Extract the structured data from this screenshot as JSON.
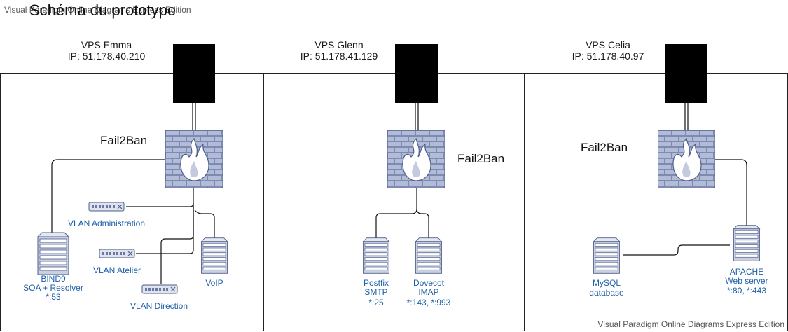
{
  "header": {
    "watermark_top": "Visual Paradigm Online Diagrams Express Edition",
    "title": "Schéma du prototype"
  },
  "footer": {
    "watermark_bottom": "Visual Paradigm Online Diagrams Express Edition"
  },
  "vps": [
    {
      "name": "VPS Emma",
      "ip": "IP: 51.178.40.210",
      "firewall_label": "Fail2Ban",
      "nodes": [
        {
          "lines": [
            "VLAN Administration"
          ]
        },
        {
          "lines": [
            "BIND9",
            "SOA + Resolver",
            "*:53"
          ]
        },
        {
          "lines": [
            "VLAN Atelier"
          ]
        },
        {
          "lines": [
            "VoIP"
          ]
        },
        {
          "lines": [
            "VLAN Direction"
          ]
        }
      ]
    },
    {
      "name": "VPS Glenn",
      "ip": "IP: 51.178.41.129",
      "firewall_label": "Fail2Ban",
      "nodes": [
        {
          "lines": [
            "Postfix",
            "SMTP",
            "*:25"
          ]
        },
        {
          "lines": [
            "Dovecot",
            "IMAP",
            "*:143, *:993"
          ]
        }
      ]
    },
    {
      "name": "VPS Celia",
      "ip": "IP: 51.178.40.97",
      "firewall_label": "Fail2Ban",
      "nodes": [
        {
          "lines": [
            "MySQL",
            "database"
          ]
        },
        {
          "lines": [
            "APACHE",
            "Web server",
            "*:80, *:443"
          ]
        }
      ]
    }
  ],
  "colors": {
    "text_dark": "#1a1a1a",
    "node_label": "#1f5fa8",
    "device_fill": "#c9cfe0",
    "device_stroke": "#4e5e8c",
    "firewall_flame": "#ffffff"
  }
}
